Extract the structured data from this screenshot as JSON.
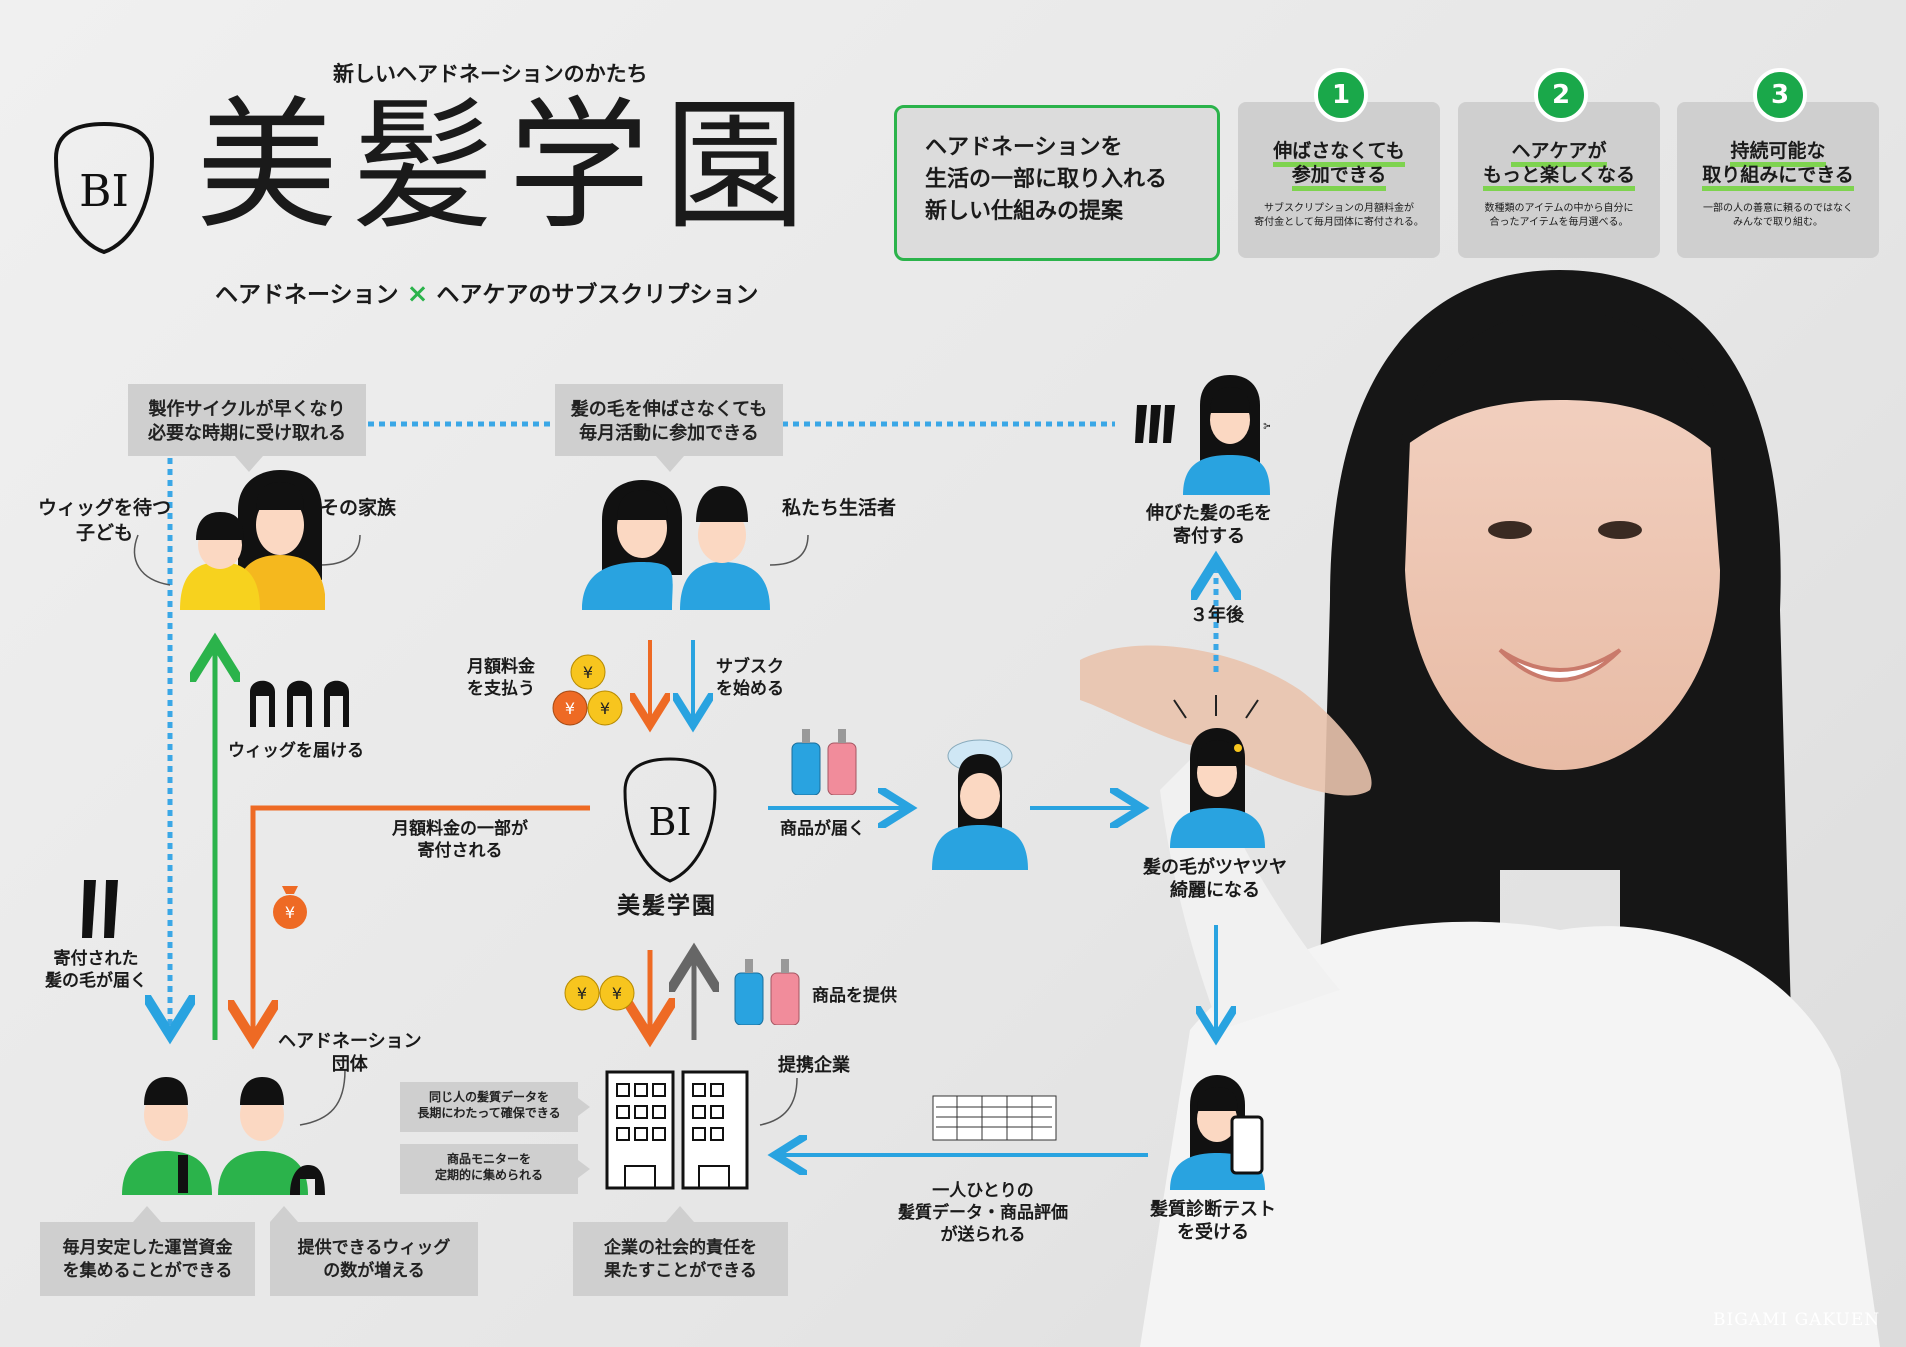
{
  "header": {
    "tagline": "新しいヘアドネーションのかたち",
    "title": "美髪学園",
    "subtitle_a": "ヘアドネーション",
    "subtitle_x": "×",
    "subtitle_b": "ヘアケアのサブスクリプション",
    "logo_text": "BI"
  },
  "proposal": {
    "line1": "ヘアドネーションを",
    "line2": "生活の一部に取り入れる",
    "line3": "新しい仕組みの提案"
  },
  "features": [
    {
      "num": "1",
      "title1": "伸ばさなくても",
      "title2": "参加できる",
      "desc1": "サブスクリプションの月額料金が",
      "desc2": "寄付金として毎月団体に寄付される。"
    },
    {
      "num": "2",
      "title1": "ヘアケアが",
      "title2": "もっと楽しくなる",
      "desc1": "数種類のアイテムの中から自分に",
      "desc2": "合ったアイテムを毎月選べる。"
    },
    {
      "num": "3",
      "title1": "持続可能な",
      "title2": "取り組みにできる",
      "desc1": "一部の人の善意に頼るのではなく",
      "desc2": "みんなで取り組む。"
    }
  ],
  "flow": {
    "box_cycle_1": "製作サイクルが早くなり",
    "box_cycle_2": "必要な時期に受け取れる",
    "box_nogrow_1": "髪の毛を伸ばさなくても",
    "box_nogrow_2": "毎月活動に参加できる",
    "child_1": "ウィッグを待つ",
    "child_2": "子ども",
    "family": "その家族",
    "us": "私たち生活者",
    "donate_hair_1": "伸びた髪の毛を",
    "donate_hair_2": "寄付する",
    "three_years": "３年後",
    "monthly_pay_1": "月額料金",
    "monthly_pay_2": "を支払う",
    "start_sub_1": "サブスク",
    "start_sub_2": "を始める",
    "deliver_wig": "ウィッグを届ける",
    "fee_donated_1": "月額料金の一部が",
    "fee_donated_2": "寄付される",
    "brand_name": "美髪学園",
    "product_arrives": "商品が届く",
    "shiny_1": "髪の毛がツヤツヤ",
    "shiny_2": "綺麗になる",
    "hair_arrives_1": "寄付された",
    "hair_arrives_2": "髪の毛が届く",
    "provide_product": "商品を提供",
    "org_1": "ヘアドネーション",
    "org_2": "団体",
    "partner": "提携企業",
    "data_box_1a": "同じ人の髪質データを",
    "data_box_1b": "長期にわたって確保できる",
    "data_box_2a": "商品モニターを",
    "data_box_2b": "定期的に集められる",
    "data_sent_1": "一人ひとりの",
    "data_sent_2": "髪質データ・商品評価",
    "data_sent_3": "が送られる",
    "test_1": "髪質診断テスト",
    "test_2": "を受ける",
    "box_funds_1": "毎月安定した運営資金",
    "box_funds_2": "を集めることができる",
    "box_wigs_1": "提供できるウィッグ",
    "box_wigs_2": "の数が増える",
    "box_csr_1": "企業の社会的責任を",
    "box_csr_2": "果たすことができる",
    "yen": "¥"
  },
  "footer": {
    "brand": "BIGAMI GAKUEN"
  },
  "colors": {
    "blue": "#29a3e0",
    "yellow": "#f7c51e",
    "green": "#2bb34b",
    "orange": "#ee6a24",
    "gray": "#666666",
    "dot": "#3aa7e6"
  }
}
